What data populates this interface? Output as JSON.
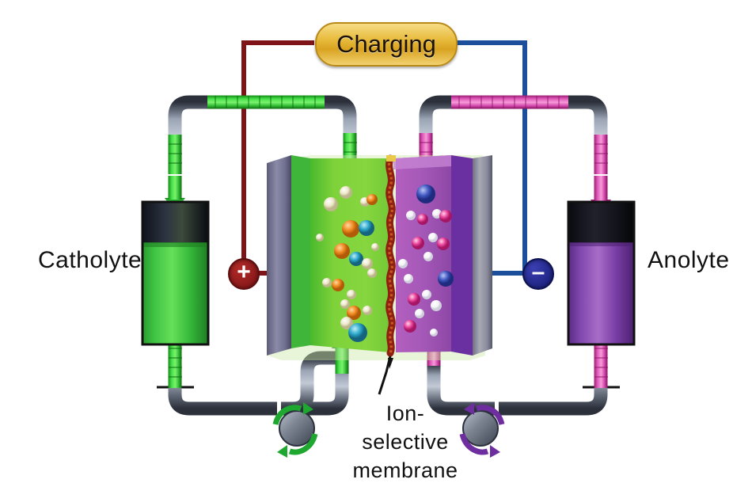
{
  "diagram": {
    "title_badge": {
      "label": "Charging",
      "color": "#e0a91f",
      "text_color": "#1a1208"
    },
    "labels": {
      "left_tank": "Catholyte",
      "right_tank": "Anolyte",
      "membrane_line1": "Ion-",
      "membrane_line2": "selective",
      "membrane_line3": "membrane"
    },
    "terminals": {
      "positive": {
        "symbol": "+",
        "name": "positive-terminal",
        "color": "#8e1a18"
      },
      "negative": {
        "symbol": "–",
        "name": "negative-terminal",
        "color": "#1d238a"
      }
    },
    "colors": {
      "catholyte_green": "#3bbf3f",
      "catholyte_light_green": "#78cf33",
      "anolyte_purple": "#7a3fa8",
      "anolyte_light_purple": "#b060c0",
      "pipe_grey": "#6d7685",
      "pipe_green_fluid": "#2fcf2f",
      "pipe_pink_fluid": "#e259b8",
      "wire_positive": "#7e1417",
      "wire_negative": "#1b4f9c",
      "membrane_red": "#8e1f12",
      "electrode_left": "#7b7a9b",
      "electrode_right": "#8e8f9e",
      "background": "#ffffff"
    },
    "components": {
      "left_tank": "catholyte-tank",
      "right_tank": "anolyte-tank",
      "cell": "electrochemical-cell",
      "membrane": "ion-selective-membrane",
      "left_pump": "catholyte-pump",
      "right_pump": "anolyte-pump",
      "left_electrode": "positive-electrode",
      "right_electrode": "negative-electrode"
    },
    "flow": {
      "left_rotation": "counter-clockwise",
      "right_rotation": "clockwise",
      "left_arrow_color": "#1fa82f",
      "right_arrow_color": "#6f2ea0"
    }
  }
}
